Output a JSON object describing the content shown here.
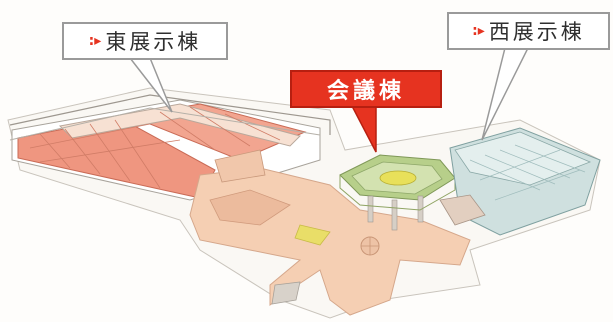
{
  "labels": {
    "east_hall": "東展示棟",
    "conference_hall": "会議棟",
    "west_hall": "西展示棟",
    "bullet": ":▸"
  },
  "colors": {
    "east_hall_roof": "#ef9680",
    "east_hall_roof_light": "#f7c0b0",
    "conference_roof": "#b7cf8a",
    "conference_center": "#e8e05a",
    "west_hall": "#cfe0df",
    "plaza": "#f5cfb3",
    "plaza_dark": "#e4ae8d",
    "accent_red": "#e63320",
    "outline": "#9a9a9a"
  }
}
